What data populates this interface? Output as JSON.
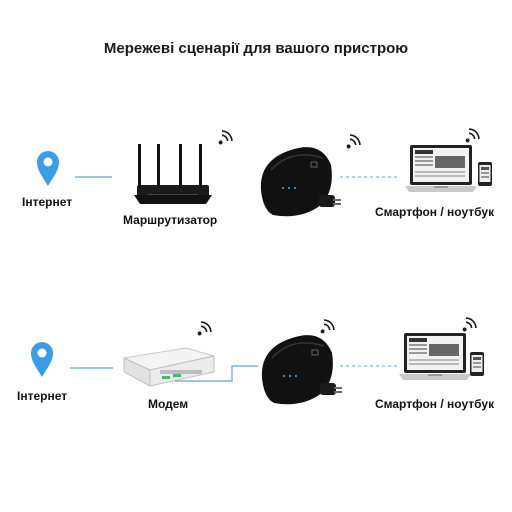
{
  "title": "Мережеві сценарії для вашого пристрою",
  "colors": {
    "pin": "#3a9ee6",
    "link": "#5aa8d8",
    "device": "#111111",
    "wifi": "#1a1a1a"
  },
  "scenarios": [
    {
      "internet_label": "Інтернет",
      "source_label": "Маршрутизатор",
      "source_icon": "router-icon",
      "target_label": "Смартфон / ноутбук"
    },
    {
      "internet_label": "Інтернет",
      "source_label": "Модем",
      "source_icon": "modem-icon",
      "target_label": "Смартфон / ноутбук"
    }
  ]
}
